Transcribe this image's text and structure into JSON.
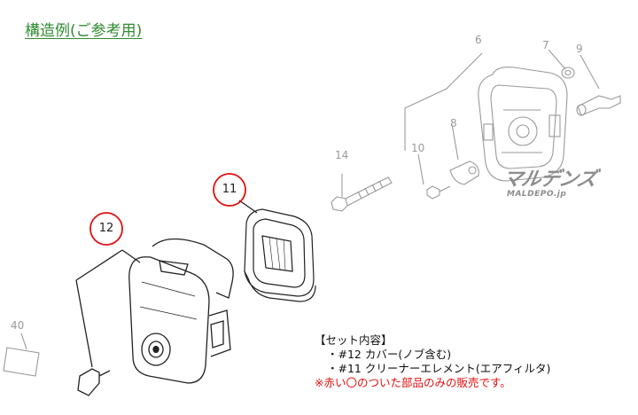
{
  "title": "構造例(ご参考用)",
  "watermark": {
    "main": "マルデンズ",
    "sub": "MALDEPO.jp"
  },
  "parts": {
    "p6": "6",
    "p7": "7",
    "p8": "8",
    "p9": "9",
    "p10": "10",
    "p11": "11",
    "p12": "12",
    "p14": "14",
    "p40": "40"
  },
  "set": {
    "heading": "【セット内容】",
    "item1": "・#12 カバー(ノブ含む)",
    "item2": "・#11 クリーナーエレメント(エアフィルタ)",
    "note": "※赤い〇のついた部品のみの販売です。"
  },
  "colors": {
    "highlight": "#e01010",
    "title": "#2f8a2f",
    "faded": "#9a9a9a"
  }
}
